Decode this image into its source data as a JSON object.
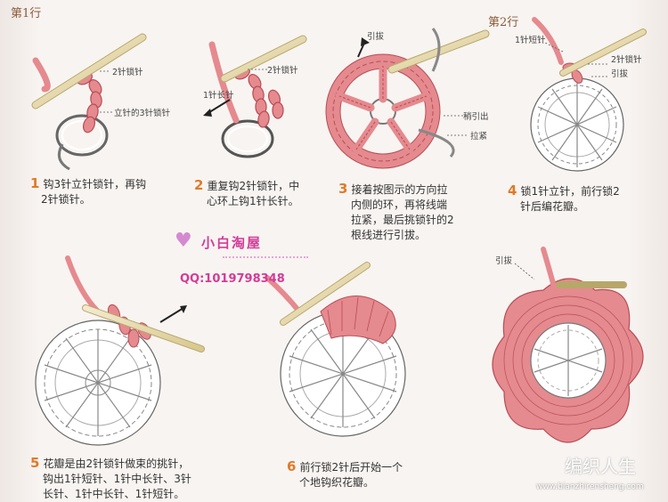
{
  "rows": {
    "row1": "第1行",
    "row2": "第2行"
  },
  "captions": {
    "d1_chain2": "2针锁针",
    "d1_chain3": "立针的3针锁针",
    "d2_chain2": "2针锁针",
    "d2_long": "1针长针",
    "d3_slip": "引拔",
    "d3_pull": "稍引出",
    "d3_tight": "拉紧",
    "d4_sc": "1针短针",
    "d4_chain2": "2针锁针",
    "d4_slip": "引拔",
    "d6_slip": "引拔"
  },
  "steps": [
    {
      "num": "1",
      "lines": [
        "钩3针立针锁针，再钩",
        "2针锁针。"
      ]
    },
    {
      "num": "2",
      "lines": [
        "重复钩2针锁针，中",
        "心环上钩1针长针。"
      ]
    },
    {
      "num": "3",
      "lines": [
        "接着按图示的方向拉",
        "内侧的环，再将线端",
        "拉紧，最后挑锁针的2",
        "根线进行引拔。"
      ]
    },
    {
      "num": "4",
      "lines": [
        "锁1针立针，前行锁2",
        "针后编花瓣。"
      ]
    },
    {
      "num": "5",
      "lines": [
        "花瓣是由2针锁针做束的挑针，",
        "钩出1针短针、1针中长针、3针",
        "长针、1针中长针、1针短针。"
      ]
    },
    {
      "num": "6",
      "lines": [
        "前行锁2针后开始一个",
        "个地钩织花瓣。"
      ]
    }
  ],
  "watermark": {
    "title": "小白淘屋",
    "qq": "QQ:1019798348",
    "logo": "编织人生",
    "url": "www.bianzhirensheng.com"
  },
  "colors": {
    "pink": "#e58a8f",
    "pink_dark": "#b84c55",
    "hook": "#e8dcaa",
    "stitch_white": "#ffffff",
    "outline": "#555555",
    "step_num": "#e07a2a"
  }
}
